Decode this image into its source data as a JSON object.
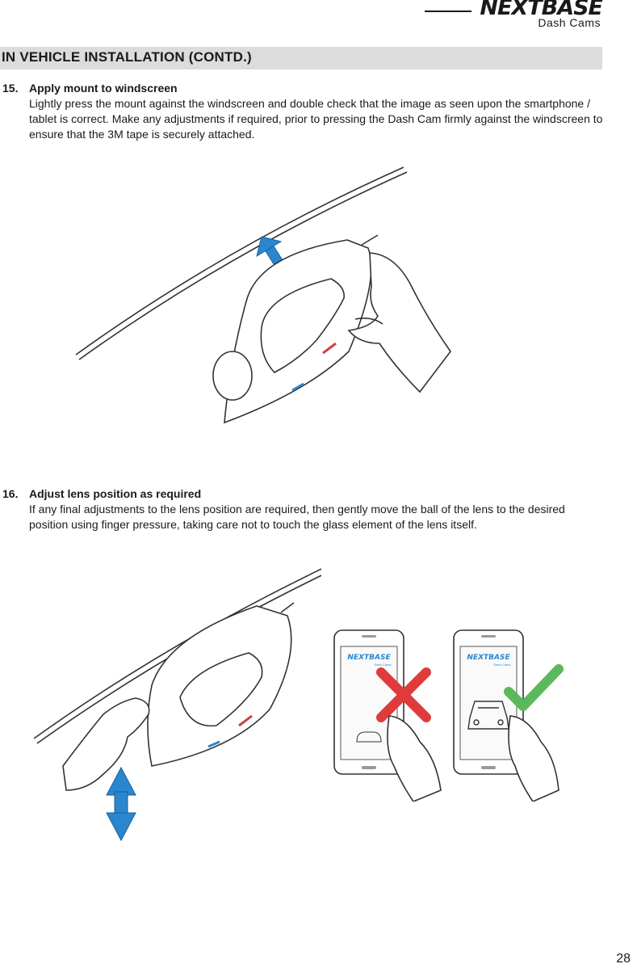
{
  "header": {
    "logo_wordmark": "NEXTBASE",
    "logo_subtitle": "Dash Cams"
  },
  "section": {
    "title": "IN VEHICLE INSTALLATION (CONTD.)"
  },
  "steps": [
    {
      "number": "15.",
      "heading": "Apply mount to windscreen",
      "body": "Lightly press the mount against the windscreen and double check that the image as seen upon the smartphone / tablet is correct. Make any adjustments if required, prior to pressing the Dash Cam firmly against the windscreen to ensure that the 3M tape is securely attached."
    },
    {
      "number": "16.",
      "heading": "Adjust lens position as required",
      "body": "If any final adjustments to the lens position are required, then gently move the ball of the lens to the desired position using finger pressure, taking care not to touch the glass element of the lens itself."
    }
  ],
  "phones": [
    {
      "logo": "NEXTBASE",
      "logo_sub": "Dash Cams",
      "status": "incorrect",
      "status_color": "#e03b3b",
      "status_icon": "cross-icon"
    },
    {
      "logo": "NEXTBASE",
      "logo_sub": "Dash Cams",
      "status": "correct",
      "status_color": "#5cb85c",
      "status_icon": "check-icon"
    }
  ],
  "colors": {
    "arrow_blue": "#2a86cf",
    "section_bar": "#dcdcdc"
  },
  "footer": {
    "page_number": "28"
  }
}
